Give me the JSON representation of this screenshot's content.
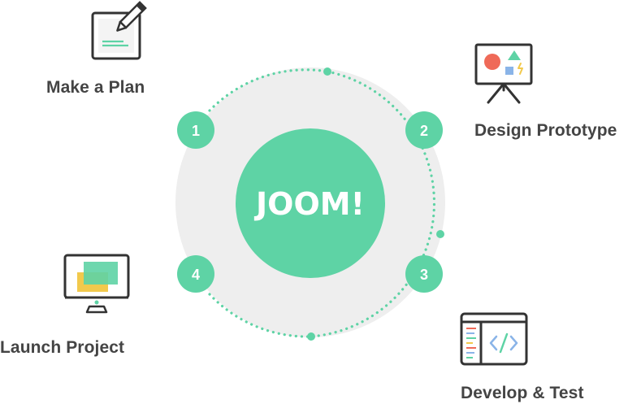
{
  "colors": {
    "accent": "#5ed3a5",
    "ring_fill": "#eeeeee",
    "label_text": "#444444",
    "icon_stroke": "#333333",
    "coral": "#ef6a58",
    "blue": "#8ab4e8",
    "yellow": "#f2c94c"
  },
  "center": {
    "brand": "JOOM!"
  },
  "steps": [
    {
      "number": "1",
      "label": "Make a Plan",
      "icon": "notepad-pen-icon"
    },
    {
      "number": "2",
      "label": "Design Prototype",
      "icon": "presentation-easel-icon"
    },
    {
      "number": "3",
      "label": "Develop & Test",
      "icon": "code-editor-icon"
    },
    {
      "number": "4",
      "label": "Launch Project",
      "icon": "desktop-monitor-icon"
    }
  ]
}
